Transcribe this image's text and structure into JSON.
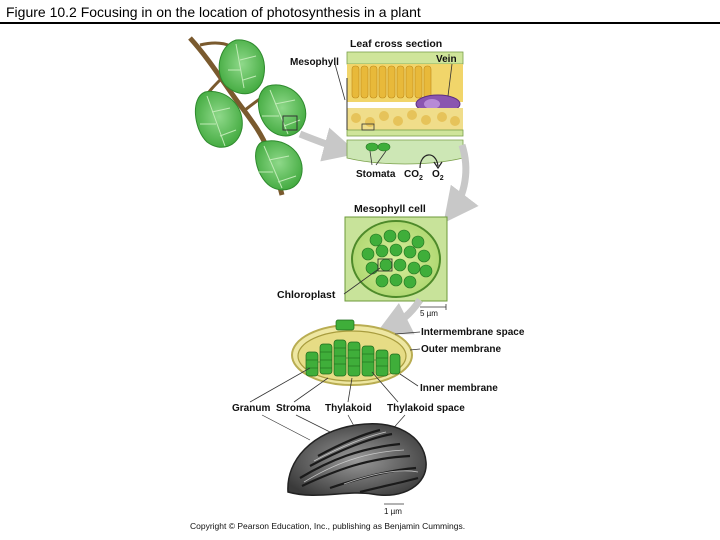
{
  "title": "Figure 10.2  Focusing in on the location of photosynthesis in a plant",
  "labels": {
    "leaf_cross_section": "Leaf cross section",
    "vein": "Vein",
    "mesophyll": "Mesophyll",
    "stomata": "Stomata",
    "co2": "CO",
    "co2_sub": "2",
    "o2": "O",
    "o2_sub": "2",
    "mesophyll_cell": "Mesophyll cell",
    "chloroplast": "Chloroplast",
    "scale_5um": "5 µm",
    "intermembrane_space": "Intermembrane space",
    "outer_membrane": "Outer membrane",
    "inner_membrane": "Inner membrane",
    "granum": "Granum",
    "stroma": "Stroma",
    "thylakoid": "Thylakoid",
    "thylakoid_space": "Thylakoid space",
    "scale_1um": "1 µm"
  },
  "copyright": "Copyright © Pearson Education, Inc., publishing as Benjamin Cummings.",
  "colors": {
    "leaf_green": "#5cc05a",
    "dark_green": "#2f8a2e",
    "chloroplast_green": "#3fae3a",
    "membrane_yellow": "#eee7a2",
    "vein_purple": "#8a55b0",
    "arrow_gray": "#c8c8c8"
  }
}
